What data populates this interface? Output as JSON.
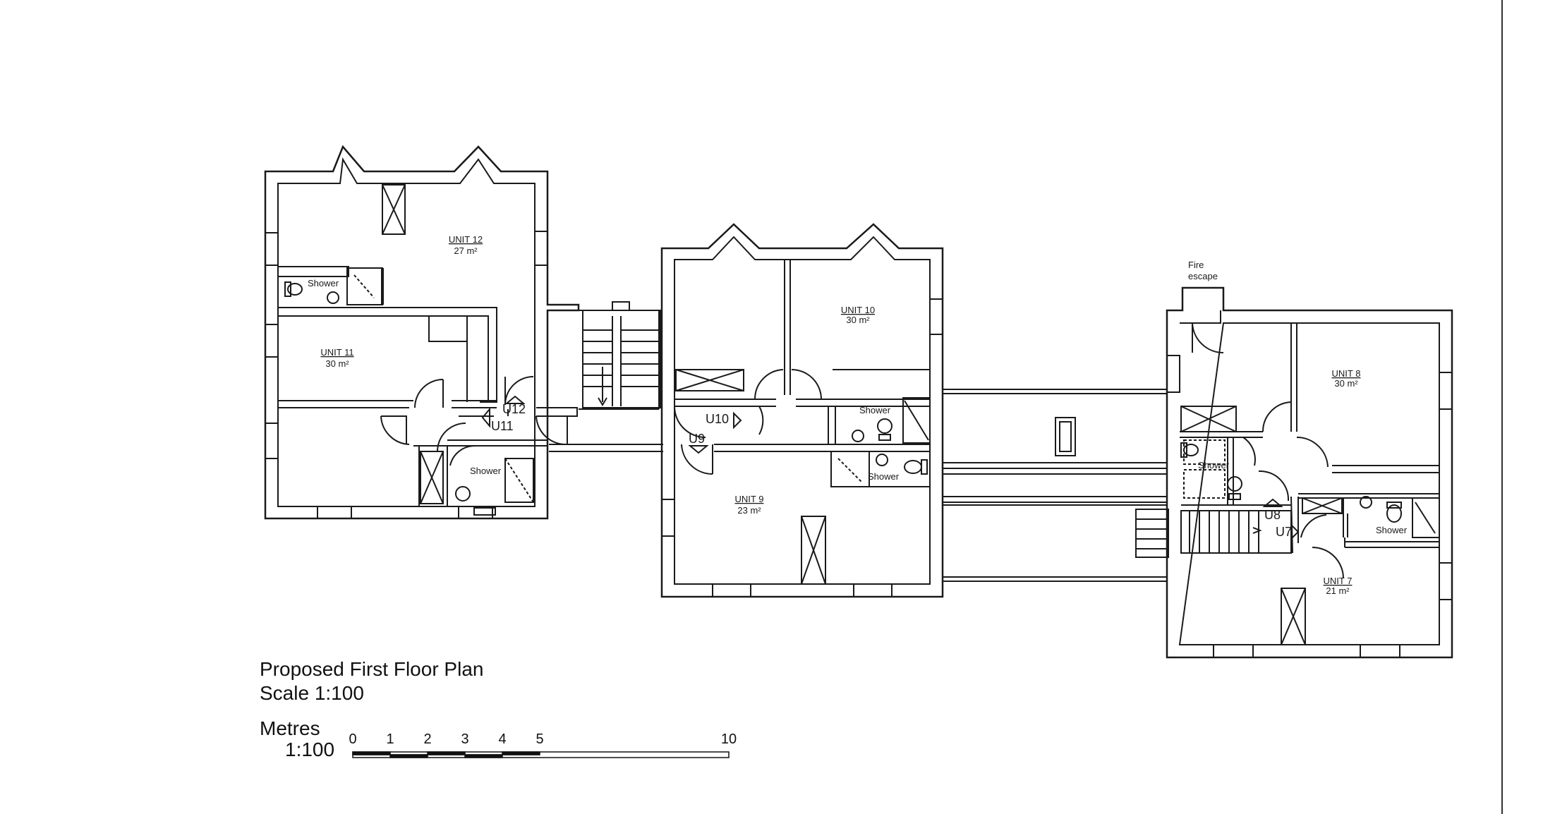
{
  "plan": {
    "title": "Proposed First Floor Plan",
    "scale": "Scale 1:100"
  },
  "units": {
    "u12": {
      "name": "UNIT 12",
      "area": "27 m²",
      "tag": "U12"
    },
    "u11": {
      "name": "UNIT 11",
      "area": "30 m²",
      "tag": "U11"
    },
    "u10": {
      "name": "UNIT 10",
      "area": "30 m²",
      "tag": "U10"
    },
    "u9": {
      "name": "UNIT 9",
      "area": "23 m²",
      "tag": "U9"
    },
    "u8": {
      "name": "UNIT 8",
      "area": "30 m²",
      "tag": "U8"
    },
    "u7": {
      "name": "UNIT 7",
      "area": "21 m²",
      "tag": "U7"
    }
  },
  "labels": {
    "shower": "Shower",
    "fire_escape_1": "Fire",
    "fire_escape_2": "escape"
  },
  "scale_bar": {
    "heading": "Metres",
    "ratio": "1:100",
    "ticks": [
      "0",
      "1",
      "2",
      "3",
      "4",
      "5",
      "10"
    ]
  },
  "colors": {
    "line": "#1a1a1a",
    "wall_fill": "#ffffff"
  }
}
